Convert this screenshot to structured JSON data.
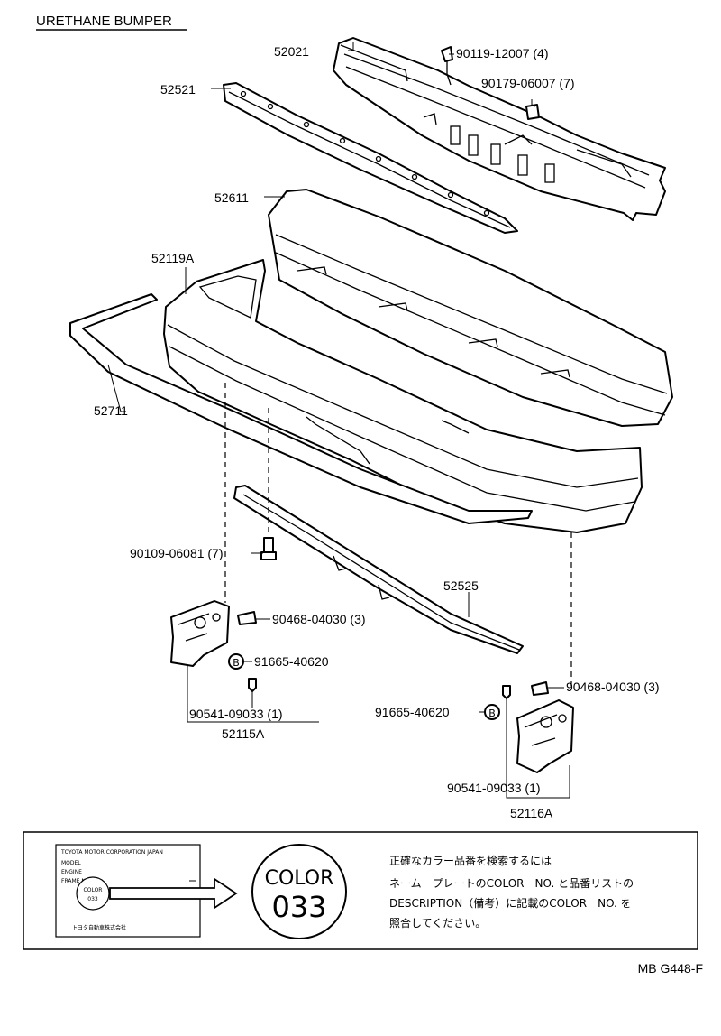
{
  "title": "URETHANE BUMPER",
  "figure_code": "MB G448-F",
  "parts": {
    "p52021": "52021",
    "p52521": "52521",
    "p52611": "52611",
    "p52119A": "52119A",
    "p52711": "52711",
    "p52525": "52525",
    "p52115A": "52115A",
    "p52116A": "52116A",
    "b90119": "90119-12007 (4)",
    "c90179": "90179-06007 (7)",
    "b90109": "90109-06081 (7)",
    "r90468L": "90468-04030 (3)",
    "r90468R": "90468-04030 (3)",
    "n91665L": "91665-40620",
    "n91665R": "91665-40620",
    "s90541L": "90541-09033 (1)",
    "s90541R": "90541-09033 (1)"
  },
  "legend": {
    "plate_header": "TOYOTA MOTOR CORPORATION JAPAN",
    "plate_row1": "MODEL",
    "plate_row2": "ENGINE",
    "plate_row3": "FRAME No.",
    "plate_color": "COLOR",
    "plate_code": "033",
    "plate_footer": "トヨタ自動車株式会社",
    "color_word": "COLOR",
    "color_code": "033",
    "note_line1": "正確なカラー品番を検索するには",
    "note_line2": "ネーム　プレートのCOLOR　NO. と品番リストの",
    "note_line3": "DESCRIPTION（備考）に記載のCOLOR　NO. を",
    "note_line4": "照合してください。"
  }
}
